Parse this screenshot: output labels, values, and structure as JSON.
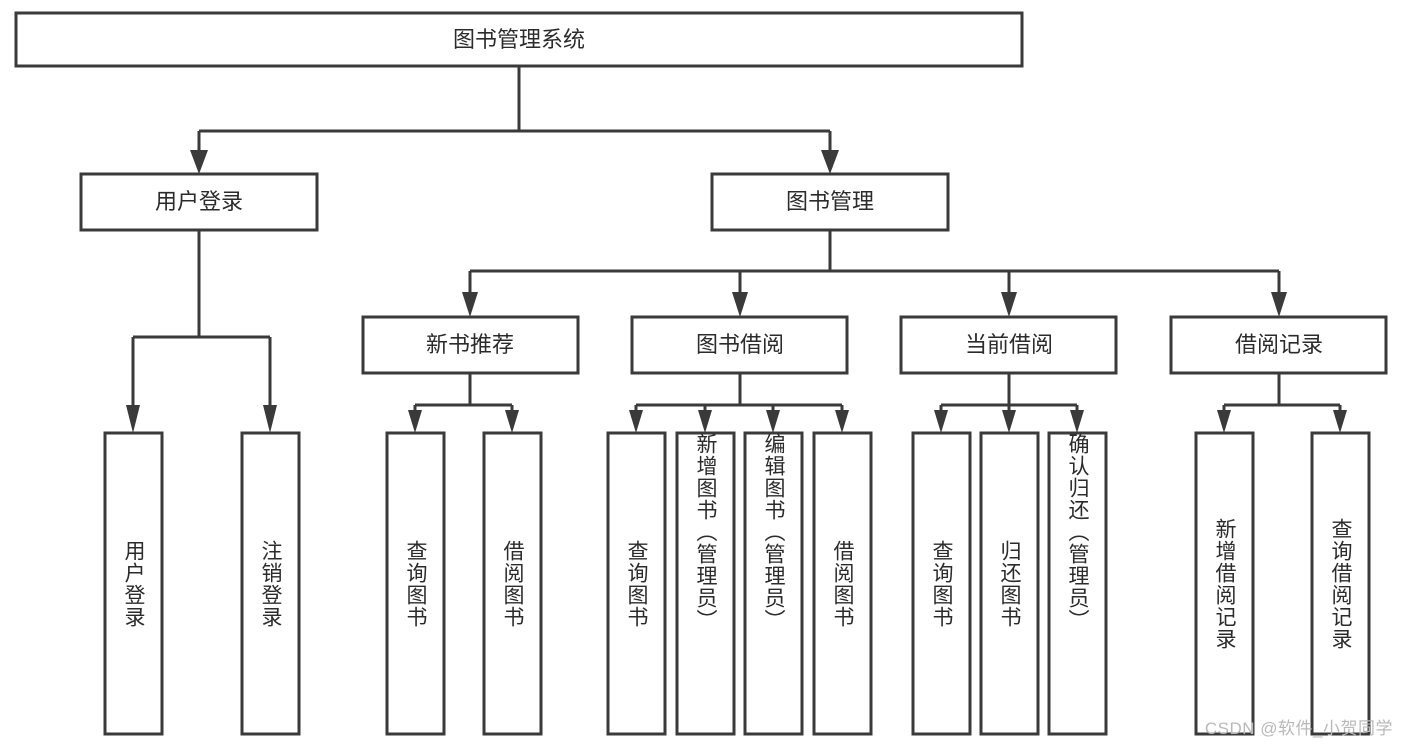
{
  "diagram": {
    "title": "图书管理系统",
    "type": "hierarchy-tree",
    "watermark": "CSDN @软件_小贺同学",
    "colors": {
      "box_border": "#3a3a3a",
      "box_fill": "#ffffff",
      "text": "#2b2b2b",
      "connector": "#3a3a3a",
      "watermark": "#b9b9b9",
      "background": "#ffffff"
    },
    "root": {
      "label": "图书管理系统"
    },
    "level2": [
      {
        "label": "用户登录"
      },
      {
        "label": "图书管理"
      }
    ],
    "level3": [
      {
        "label": "新书推荐"
      },
      {
        "label": "图书借阅"
      },
      {
        "label": "当前借阅"
      },
      {
        "label": "借阅记录"
      }
    ],
    "leaves": {
      "user_login": [
        {
          "label": "用户登录"
        },
        {
          "label": "注销登录"
        }
      ],
      "new_book_recommend": [
        {
          "label": "查询图书"
        },
        {
          "label": "借阅图书"
        }
      ],
      "book_borrow": [
        {
          "label": "查询图书"
        },
        {
          "label": "新增图书（管理员）"
        },
        {
          "label": "编辑图书（管理员）"
        },
        {
          "label": "借阅图书"
        }
      ],
      "current_borrow": [
        {
          "label": "查询图书"
        },
        {
          "label": "归还图书"
        },
        {
          "label": "确认归还（管理员）"
        }
      ],
      "borrow_record": [
        {
          "label": "新增借阅记录"
        },
        {
          "label": "查询借阅记录"
        }
      ]
    }
  }
}
